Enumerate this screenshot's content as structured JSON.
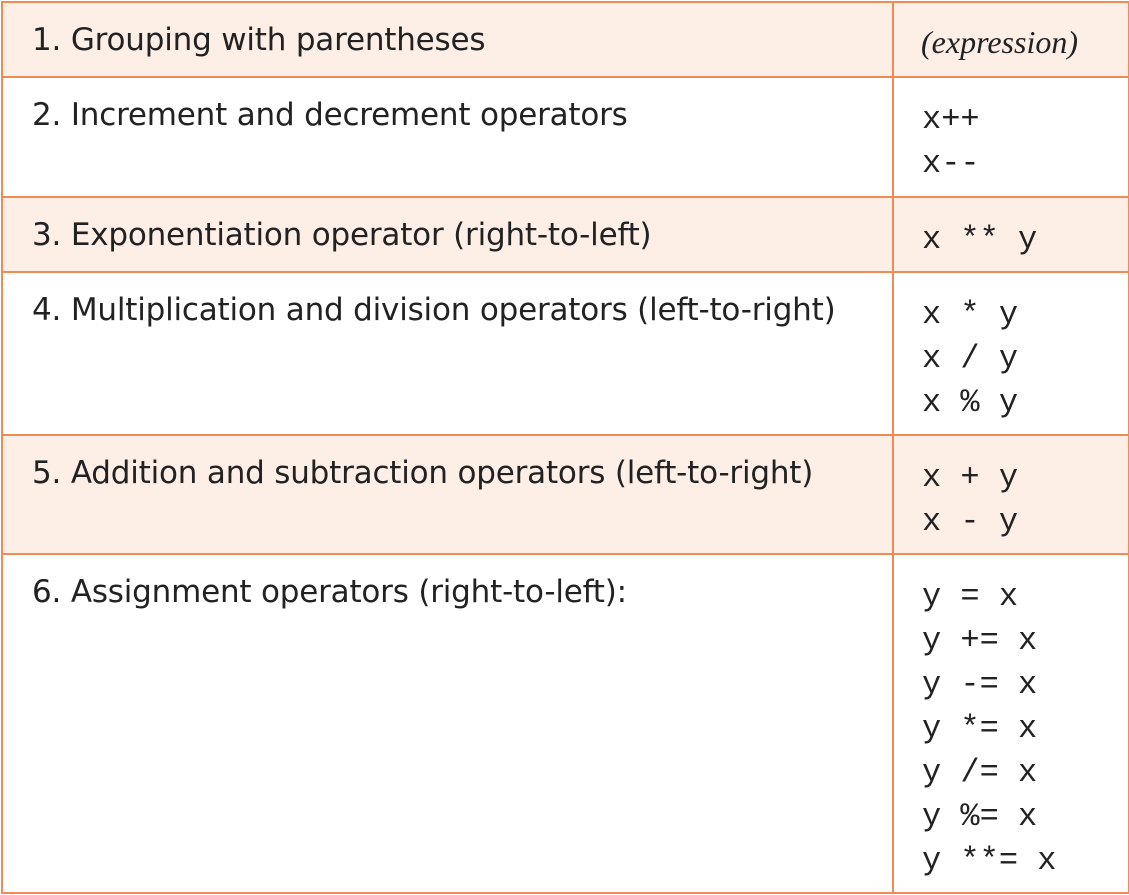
{
  "rows": [
    {
      "description": "1. Grouping with parentheses",
      "expressions": [
        "(expression)"
      ],
      "shaded": true,
      "italic": true
    },
    {
      "description": "2. Increment and decrement operators",
      "expressions": [
        "x++",
        "x--"
      ],
      "shaded": false
    },
    {
      "description": "3. Exponentiation operator (right-to-left)",
      "expressions": [
        "x ** y"
      ],
      "shaded": true
    },
    {
      "description": "4. Multiplication and division operators (left-to-right)",
      "expressions": [
        "x * y",
        "x / y",
        "x % y"
      ],
      "shaded": false
    },
    {
      "description": "5. Addition and subtraction operators (left-to-right)",
      "expressions": [
        "x + y",
        "x - y"
      ],
      "shaded": true
    },
    {
      "description": "6. Assignment operators (right-to-left):",
      "expressions": [
        "y = x",
        "y += x",
        "y -= x",
        "y *= x",
        "y /= x",
        "y %= x",
        "y **= x"
      ],
      "shaded": false
    }
  ],
  "colors": {
    "border": "#ef8c55",
    "shaded_row": "#fdeee6",
    "text": "#222222"
  }
}
